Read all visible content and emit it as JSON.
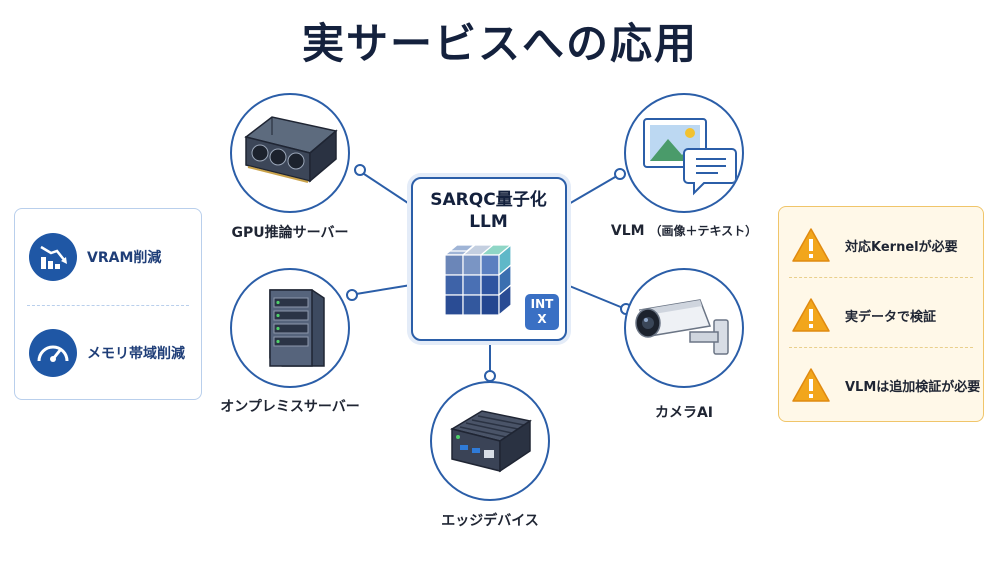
{
  "title": "実サービスへの応用",
  "center": {
    "line1": "SARQC量子化",
    "line2": "LLM",
    "badge_line1": "INT",
    "badge_line2": "X",
    "icon": "quantized-cube-icon"
  },
  "nodes": [
    {
      "id": "gpu",
      "label": "GPU推論サーバー",
      "icon": "gpu-server-icon"
    },
    {
      "id": "vlm",
      "label": "VLM",
      "label_sub": "（画像＋テキスト）",
      "icon": "image-chat-icon"
    },
    {
      "id": "onprem",
      "label": "オンプレミスサーバー",
      "icon": "tower-server-icon"
    },
    {
      "id": "camera",
      "label": "カメラAI",
      "icon": "security-camera-icon"
    },
    {
      "id": "edge",
      "label": "エッジデバイス",
      "icon": "edge-device-icon"
    }
  ],
  "benefits": [
    {
      "label": "VRAM削減",
      "icon": "chart-down-icon"
    },
    {
      "label": "メモリ帯域削減",
      "icon": "speedometer-icon"
    }
  ],
  "cautions": [
    {
      "label": "対応Kernelが必要",
      "icon": "warning-icon"
    },
    {
      "label": "実データで検証",
      "icon": "warning-icon"
    },
    {
      "label": "VLMは追加検証が必要",
      "icon": "warning-icon"
    }
  ],
  "colors": {
    "primary": "#2b5ea8",
    "title": "#14213d",
    "warning": "#f2a61c",
    "caution_bg": "#fff8e8"
  }
}
